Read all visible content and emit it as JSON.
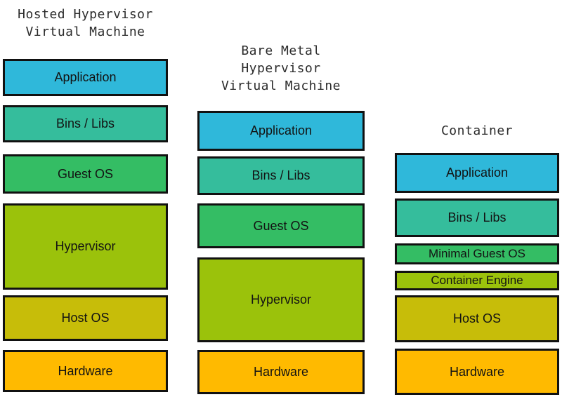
{
  "diagram": {
    "palette": {
      "application": "#2fb8da",
      "bins_libs": "#35bd9c",
      "guest_os": "#34bd64",
      "hypervisor": "#9bc20b",
      "host_os": "#c7bd09",
      "hardware": "#ffba00",
      "border": "#111111",
      "background": "#ffffff"
    },
    "columns": [
      {
        "title_lines": [
          "Hosted Hypervisor",
          "Virtual Machine"
        ],
        "boxes": [
          {
            "label": "Application"
          },
          {
            "label": "Bins / Libs"
          },
          {
            "label": "Guest OS"
          },
          {
            "label": "Hypervisor"
          },
          {
            "label": "Host OS"
          },
          {
            "label": "Hardware"
          }
        ]
      },
      {
        "title_lines": [
          "Bare Metal",
          "Hypervisor",
          "Virtual Machine"
        ],
        "boxes": [
          {
            "label": "Application"
          },
          {
            "label": "Bins / Libs"
          },
          {
            "label": "Guest OS"
          },
          {
            "label": "Hypervisor"
          },
          {
            "label": "Hardware"
          }
        ]
      },
      {
        "title_lines": [
          "Container"
        ],
        "boxes": [
          {
            "label": "Application"
          },
          {
            "label": "Bins / Libs"
          },
          {
            "label": "Minimal Guest OS"
          },
          {
            "label": "Container Engine"
          },
          {
            "label": "Host OS"
          },
          {
            "label": "Hardware"
          }
        ]
      }
    ]
  }
}
